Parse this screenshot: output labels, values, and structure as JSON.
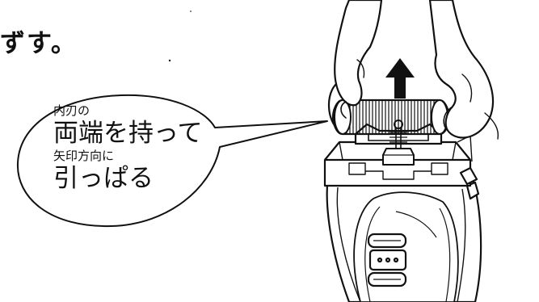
{
  "heading": "ずす。",
  "balloon": {
    "line1": "内刃の",
    "line2": "両端を持って",
    "line3": "矢印方向に",
    "line4": "引っぱる"
  },
  "illustration": {
    "arrow_direction": "up"
  }
}
